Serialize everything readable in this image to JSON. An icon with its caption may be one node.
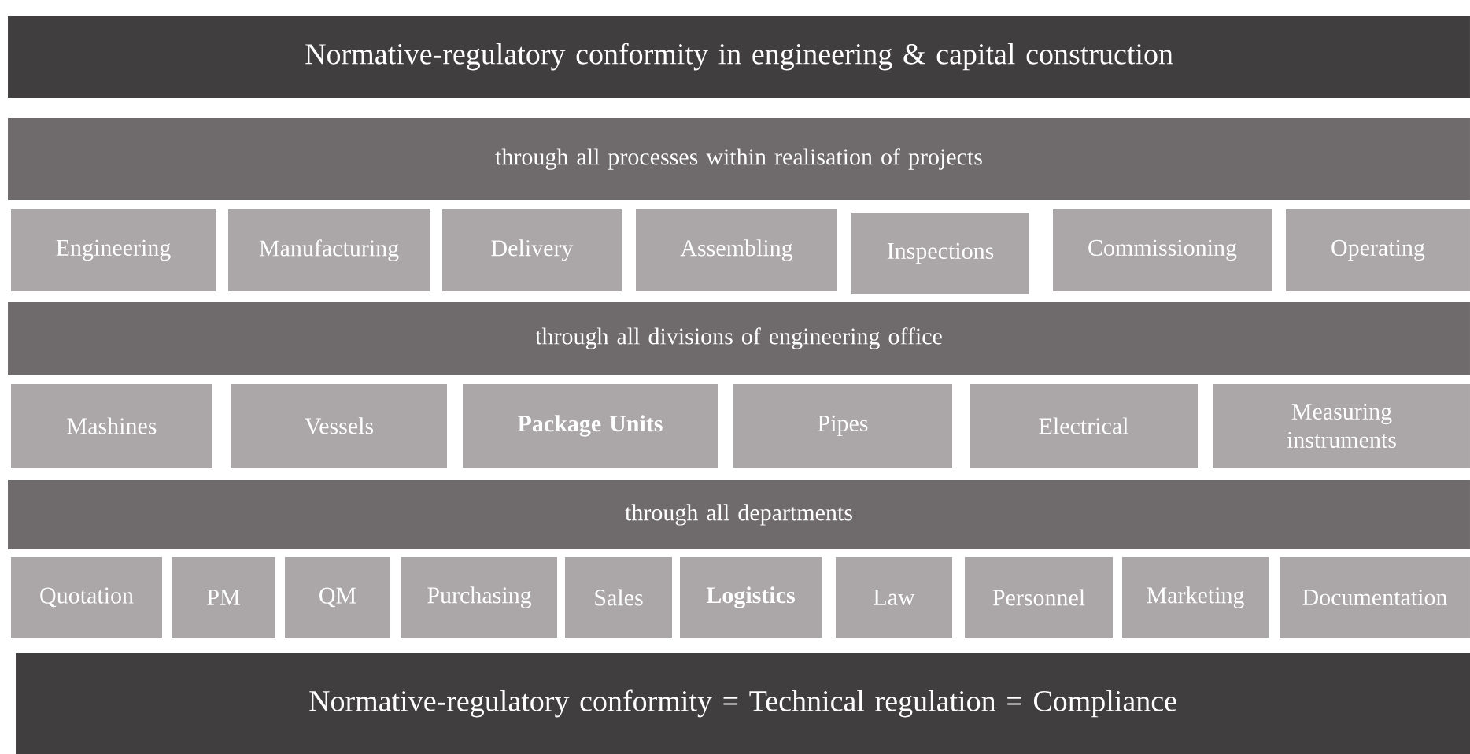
{
  "diagram": {
    "nodes": [
      {
        "text": [
          "Normative-regulatory conformity in engineering & capital construction"
        ]
      },
      {
        "text": [
          "through all processes within realisation of projects"
        ]
      },
      {
        "text": [
          "Engineering"
        ]
      },
      {
        "text": [
          "Manufacturing"
        ]
      },
      {
        "text": [
          "Delivery"
        ]
      },
      {
        "text": [
          "Assembling"
        ]
      },
      {
        "text": [
          "Inspections"
        ]
      },
      {
        "text": [
          "Commissioning"
        ]
      },
      {
        "text": [
          "Operating"
        ]
      },
      {
        "text": [
          "through all divisions of engineering office"
        ]
      },
      {
        "text": [
          "Mashines"
        ]
      },
      {
        "text": [
          "Vessels"
        ]
      },
      {
        "text": [
          "Package Units"
        ]
      },
      {
        "text": [
          "Pipes"
        ]
      },
      {
        "text": [
          "Electrical"
        ]
      },
      {
        "text": [
          "Measuring instruments"
        ]
      },
      {
        "text": [
          "through all departments"
        ]
      },
      {
        "text": [
          "Quotation"
        ]
      },
      {
        "text": [
          "PM"
        ]
      },
      {
        "text": [
          "QM"
        ]
      },
      {
        "text": [
          "Purchasing"
        ]
      },
      {
        "text": [
          "Sales"
        ]
      },
      {
        "text": [
          "Logistics"
        ]
      },
      {
        "text": [
          "Law"
        ]
      },
      {
        "text": [
          "Personnel"
        ]
      },
      {
        "text": [
          "Marketing"
        ]
      },
      {
        "text": [
          "Documentation"
        ]
      },
      {
        "text": [
          "Normative-regulatory conformity = Technical regulation = Compliance"
        ]
      }
    ]
  }
}
